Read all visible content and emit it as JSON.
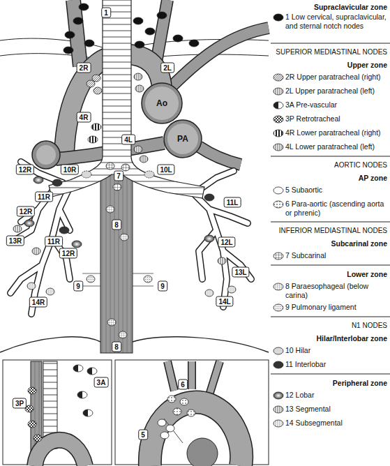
{
  "diagram": {
    "nodes": [
      {
        "text": [
          "1"
        ]
      },
      {
        "text": [
          "2R"
        ]
      },
      {
        "text": [
          "2L"
        ]
      },
      {
        "text": [
          "Ao"
        ]
      },
      {
        "text": [
          "4R"
        ]
      },
      {
        "text": [
          "PA"
        ]
      },
      {
        "text": [
          "4L"
        ]
      },
      {
        "text": [
          "12R"
        ]
      },
      {
        "text": [
          "10R"
        ]
      },
      {
        "text": [
          "7"
        ]
      },
      {
        "text": [
          "10L"
        ]
      },
      {
        "text": [
          "11R"
        ]
      },
      {
        "text": [
          "11L"
        ]
      },
      {
        "text": [
          "12R"
        ]
      },
      {
        "text": [
          "8"
        ]
      },
      {
        "text": [
          "13R"
        ]
      },
      {
        "text": [
          "11R"
        ]
      },
      {
        "text": [
          "12L"
        ]
      },
      {
        "text": [
          "12R"
        ]
      },
      {
        "text": [
          "13L"
        ]
      },
      {
        "text": [
          "9"
        ]
      },
      {
        "text": [
          "9"
        ]
      },
      {
        "text": [
          "14R"
        ]
      },
      {
        "text": [
          "14L"
        ]
      },
      {
        "text": [
          "8"
        ]
      },
      {
        "text": [
          "3A"
        ]
      },
      {
        "text": [
          "3P"
        ]
      },
      {
        "text": [
          "6"
        ]
      },
      {
        "text": [
          "5"
        ]
      }
    ],
    "labels": [
      "Supraclavicular zone",
      "SUPERIOR MEDIASTINAL NODES",
      "Upper zone",
      "AORTIC NODES",
      "AP zone",
      "INFERIOR MEDIASTINAL NODES",
      "Subcarinal zone",
      "Lower zone",
      "N1 NODES",
      "Hilar/Interlobar zone",
      "Peripheral zone"
    ],
    "legend": [
      {
        "text": "1 Low cervical, supraclavicular, and sternal notch nodes",
        "color": "#111111"
      },
      {
        "text": "2R Upper paratracheal (right)"
      },
      {
        "text": "2L Upper paratracheal (left)"
      },
      {
        "text": "3A Pre-vascular"
      },
      {
        "text": "3P Retrotracheal"
      },
      {
        "text": "4R Lower paratracheal (right)"
      },
      {
        "text": "4L Lower paratracheal (left)"
      },
      {
        "text": "5 Subaortic"
      },
      {
        "text": "6 Para-aortic (ascending aorta or phrenic)"
      },
      {
        "text": "7 Subcarinal"
      },
      {
        "text": "8 Paraesophageal (below carina)"
      },
      {
        "text": "9 Pulmonary ligament"
      },
      {
        "text": "10 Hilar"
      },
      {
        "text": "11 Interlobar",
        "color": "#333333"
      },
      {
        "text": "12 Lobar"
      },
      {
        "text": "13 Segmental"
      },
      {
        "text": "14 Subsegmental"
      }
    ]
  }
}
